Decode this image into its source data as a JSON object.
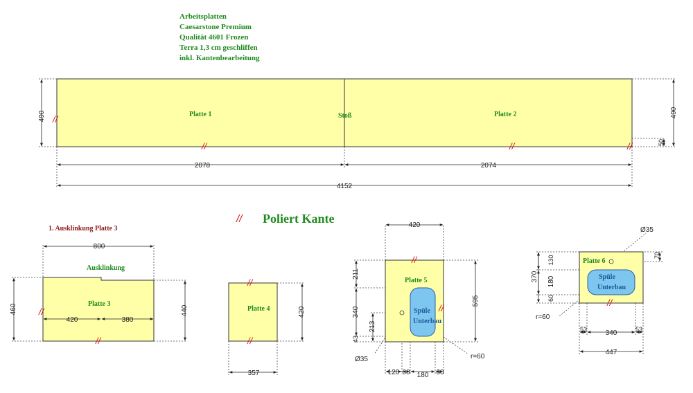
{
  "header": {
    "lines": [
      "Arbeitsplatten",
      "Caesarstone Premium",
      "Qualität 4601 Frozen",
      "Terra 1,3 cm geschliffen",
      "inkl. Kantenbearbeitung"
    ]
  },
  "legend": {
    "symbol": "//",
    "text": "Poliert Kante"
  },
  "top": {
    "plate1": "Platte 1",
    "plate2": "Platte 2",
    "joint": "Stoß",
    "dim_height_left": "490",
    "dim_height_right": "490",
    "dim_small_right": "50",
    "dim_len1": "2078",
    "dim_len2": "2074",
    "dim_total": "4152"
  },
  "plate3": {
    "title": "1. Ausklinkung Platte 3",
    "label": "Platte 3",
    "notch_label": "Ausklinkung",
    "dim_top": "800",
    "dim_left": "460",
    "dim_right": "440",
    "dim_a": "420",
    "dim_b": "380"
  },
  "plate4": {
    "label": "Platte 4",
    "dim_width": "357",
    "dim_height": "420"
  },
  "plate5": {
    "label": "Platte 5",
    "sink_line1": "Spüle",
    "sink_line2": "Unterbau",
    "dim_top": "420",
    "dim_right": "595",
    "dim_l211": "211",
    "dim_l340": "340",
    "dim_l43": "43",
    "dim_l213": "213",
    "dim_b120": "120",
    "dim_b60a": "60",
    "dim_b180": "180",
    "dim_b60b": "60",
    "hole": "Ø35",
    "radius": "r=60"
  },
  "plate6": {
    "label": "Platte 6",
    "sink_line1": "Spüle",
    "sink_line2": "Unterbau",
    "hole": "Ø35",
    "radius": "r=60",
    "dim_l370": "370",
    "dim_l130": "130",
    "dim_l180": "180",
    "dim_l60": "60",
    "dim_r70": "70",
    "dim_b53a": "53",
    "dim_b340": "340",
    "dim_b53b": "53",
    "dim_total": "447"
  },
  "colors": {
    "plate_fill": "#ffffa8",
    "sink_fill": "#7cc6ef",
    "label_green": "#1e8a1e",
    "polish_red": "#d01010",
    "title_red": "#8b1a1a"
  }
}
